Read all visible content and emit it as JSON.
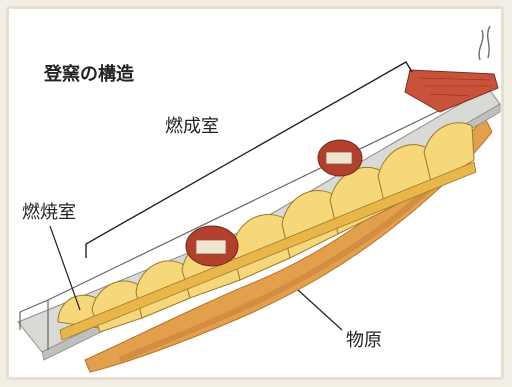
{
  "title": "登窯の構造",
  "labels": {
    "firing_chambers": "燃成室",
    "combustion_chamber": "燃焼室",
    "waste_pile": "物原"
  },
  "colors": {
    "chamber_fill": "#f6d77a",
    "chamber_shade": "#e9b64a",
    "roof_red": "#c9533a",
    "ground_orange": "#e3a04c",
    "platform_gray": "#d9d9d6"
  }
}
